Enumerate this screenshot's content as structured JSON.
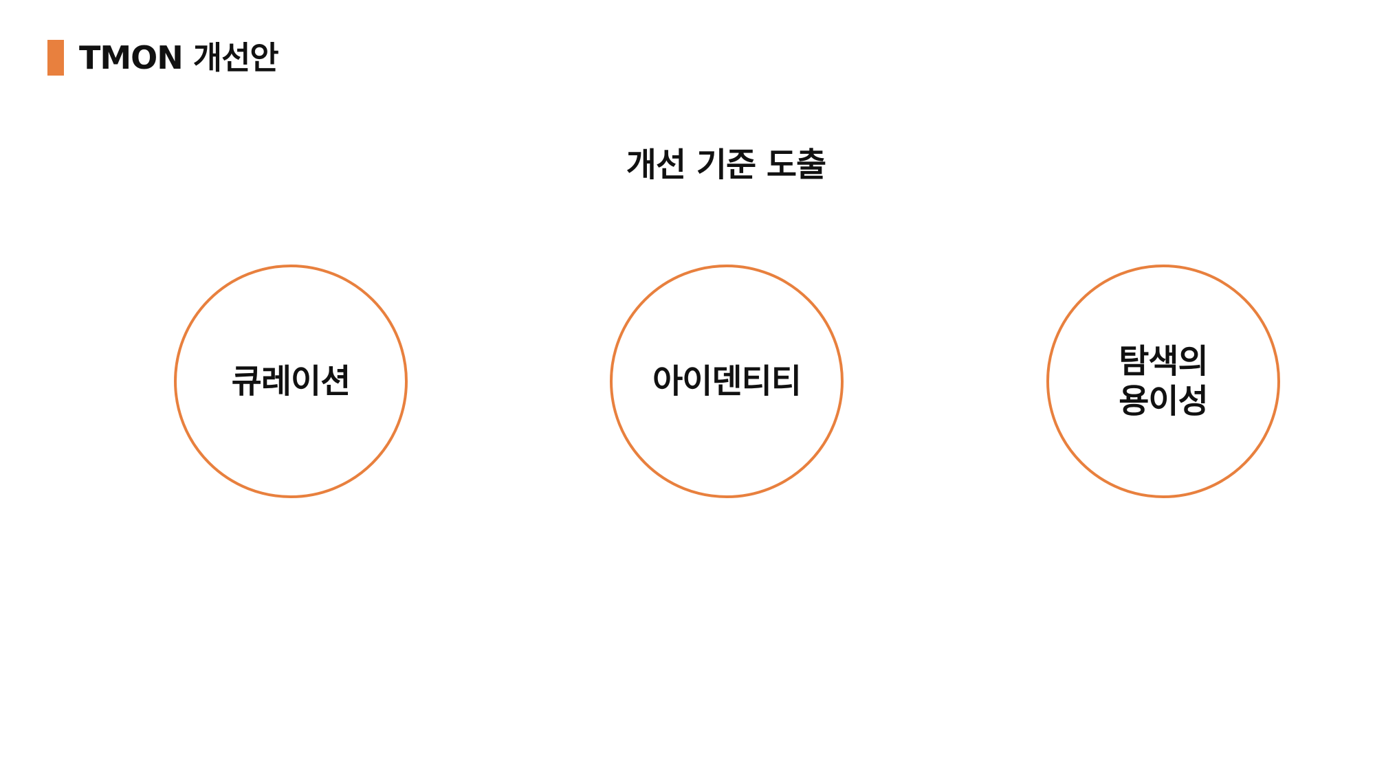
{
  "colors": {
    "accent": "#E8803E",
    "text": "#111111",
    "background": "#FFFFFF"
  },
  "header": {
    "title": "TMON 개선안"
  },
  "main": {
    "section_title": "개선 기준 도출",
    "criteria": [
      {
        "label": "큐레이션"
      },
      {
        "label": "아이덴티티"
      },
      {
        "label": "탐색의\n용이성"
      }
    ]
  }
}
